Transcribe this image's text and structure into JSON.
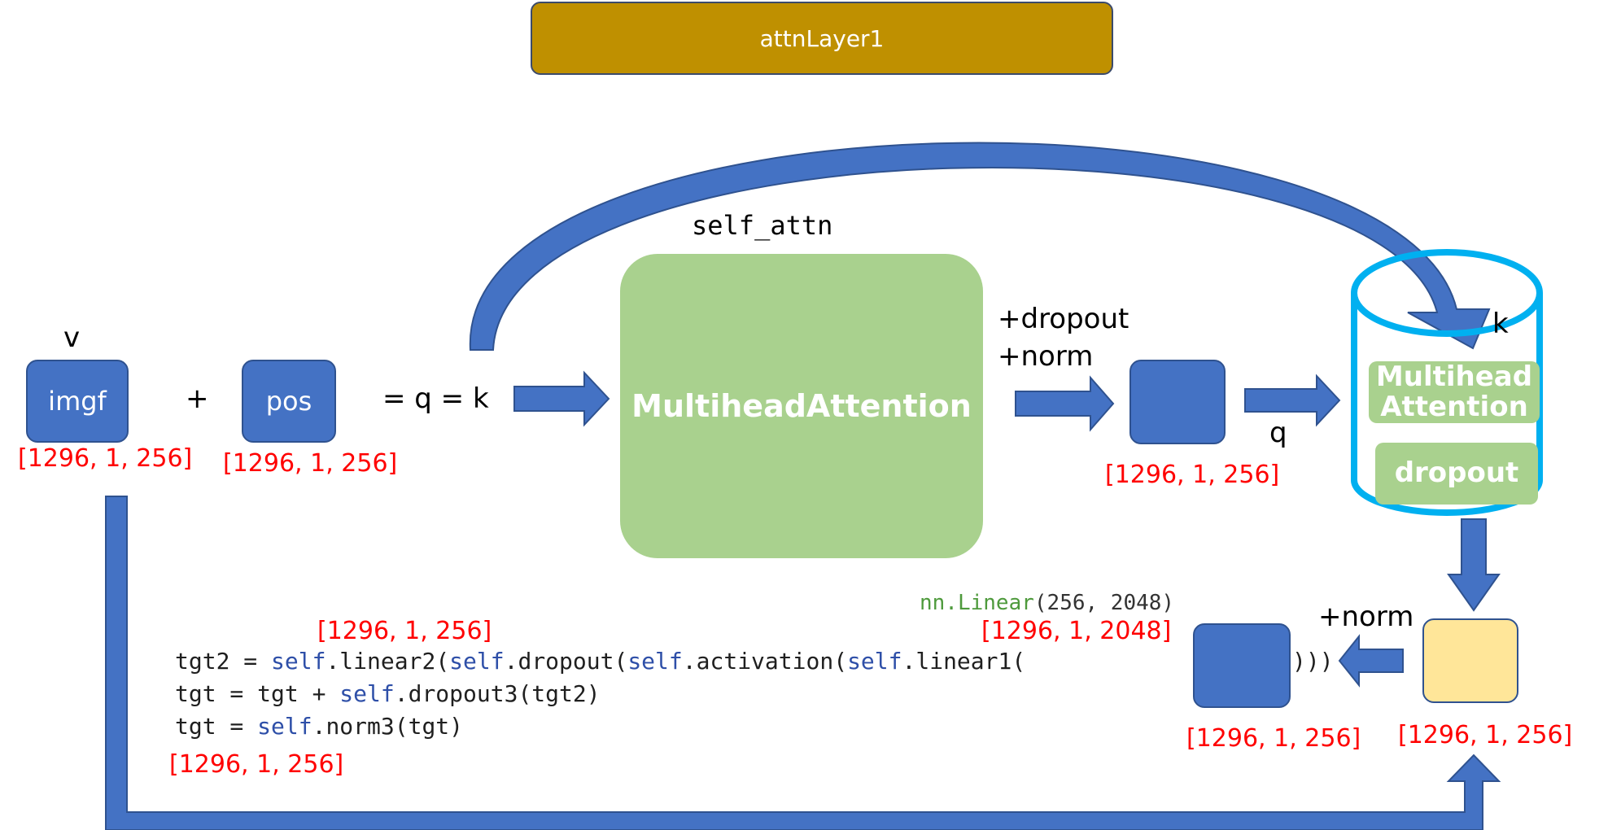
{
  "title": "attnLayer1",
  "inputs": {
    "v_label": "v",
    "imgf": "imgf",
    "plus": "+",
    "pos": "pos",
    "eq": "= q = k",
    "imgf_shape": "[1296,  1,  256]",
    "pos_shape": "[1296,  1,  256]"
  },
  "attention": {
    "self_attn": "self_attn",
    "block": "MultiheadAttention",
    "dropout_norm_1": "+dropout",
    "dropout_norm_2": "+norm",
    "out_shape": "[1296,  1,  256]",
    "q_label": "q"
  },
  "cylinder": {
    "k_label": "k",
    "mha": "Multihead Attention",
    "dropout": "dropout"
  },
  "bottom": {
    "norm_label": "+norm",
    "yellow_shape": "[1296,  1,  256]",
    "blue_shape": "[1296,  1,  256]",
    "linear_text": "nn.Linear",
    "linear_args": "(256, 2048)",
    "linear_shape": "[1296,  1,  2048]",
    "linear2_shape": "[1296,  1,  256]",
    "final_shape": "[1296,  1,  256]"
  },
  "code": {
    "l1_a": "tgt2 = ",
    "l1_self1": "self",
    "l1_b": ".linear2(",
    "l1_self2": "self",
    "l1_c": ".dropout(",
    "l1_self3": "self",
    "l1_d": ".activation(",
    "l1_self4": "self",
    "l1_e": ".linear1(",
    "l1_end": ")))",
    "l2_a": "tgt = tgt + ",
    "l2_self": "self",
    "l2_b": ".dropout3(tgt2)",
    "l3_a": "tgt = ",
    "l3_self": "self",
    "l3_b": ".norm3(tgt)"
  },
  "colors": {
    "title_bg": "#bf9000",
    "blue": "#4472c4",
    "green": "#a9d18e",
    "yellow": "#ffe699",
    "cylinder": "#00b0f0",
    "shape_text": "#ff0000"
  }
}
